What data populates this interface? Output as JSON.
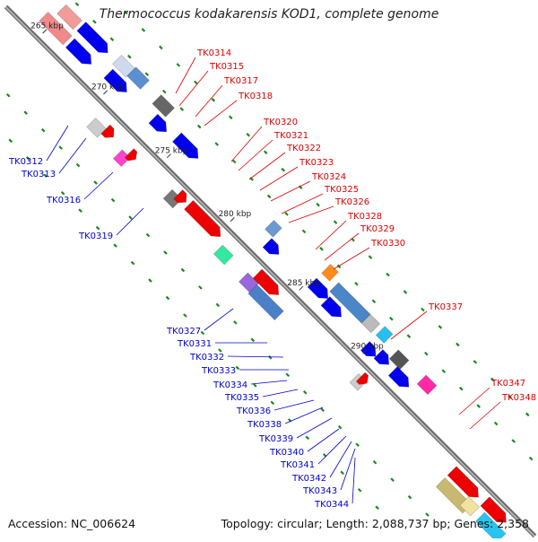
{
  "title": "Thermococcus kodakarensis KOD1, complete genome",
  "footer": {
    "accession": "Accession: NC_006624",
    "summary": "Topology: circular; Length: 2,088,737 bp; Genes: 2,358"
  },
  "colors": {
    "forward_gene": "#0000ee",
    "reverse_gene": "#ee0000",
    "forward_label": "#0000cc",
    "reverse_label": "#dd0000",
    "backbone": "#888888",
    "gc_dots": "#1a8a1a",
    "tick_label": "#222222"
  },
  "ticks": [
    {
      "label": "265 kbp",
      "pos": 0.06
    },
    {
      "label": "270 kbp",
      "pos": 0.175
    },
    {
      "label": "275 kbp",
      "pos": 0.295
    },
    {
      "label": "280 kbp",
      "pos": 0.415
    },
    {
      "label": "285 kbp",
      "pos": 0.545
    },
    {
      "label": "290 kbp",
      "pos": 0.665
    }
  ],
  "labels_left": [
    {
      "text": "TK0312"
    },
    {
      "text": "TK0313"
    },
    {
      "text": "TK0316"
    },
    {
      "text": "TK0319"
    },
    {
      "text": "TK0327"
    },
    {
      "text": "TK0331"
    },
    {
      "text": "TK0332"
    },
    {
      "text": "TK0333"
    },
    {
      "text": "TK0334"
    },
    {
      "text": "TK0335"
    },
    {
      "text": "TK0336"
    },
    {
      "text": "TK0338"
    },
    {
      "text": "TK0339"
    },
    {
      "text": "TK0340"
    },
    {
      "text": "TK0341"
    },
    {
      "text": "TK0342"
    },
    {
      "text": "TK0343"
    },
    {
      "text": "TK0344"
    }
  ],
  "labels_right": [
    {
      "text": "TK0314"
    },
    {
      "text": "TK0315"
    },
    {
      "text": "TK0317"
    },
    {
      "text": "TK0318"
    },
    {
      "text": "TK0320"
    },
    {
      "text": "TK0321"
    },
    {
      "text": "TK0322"
    },
    {
      "text": "TK0323"
    },
    {
      "text": "TK0324"
    },
    {
      "text": "TK0325"
    },
    {
      "text": "TK0326"
    },
    {
      "text": "TK0328"
    },
    {
      "text": "TK0329"
    },
    {
      "text": "TK0330"
    },
    {
      "text": "TK0337"
    },
    {
      "text": "TK0347"
    },
    {
      "text": "TK0348"
    }
  ]
}
